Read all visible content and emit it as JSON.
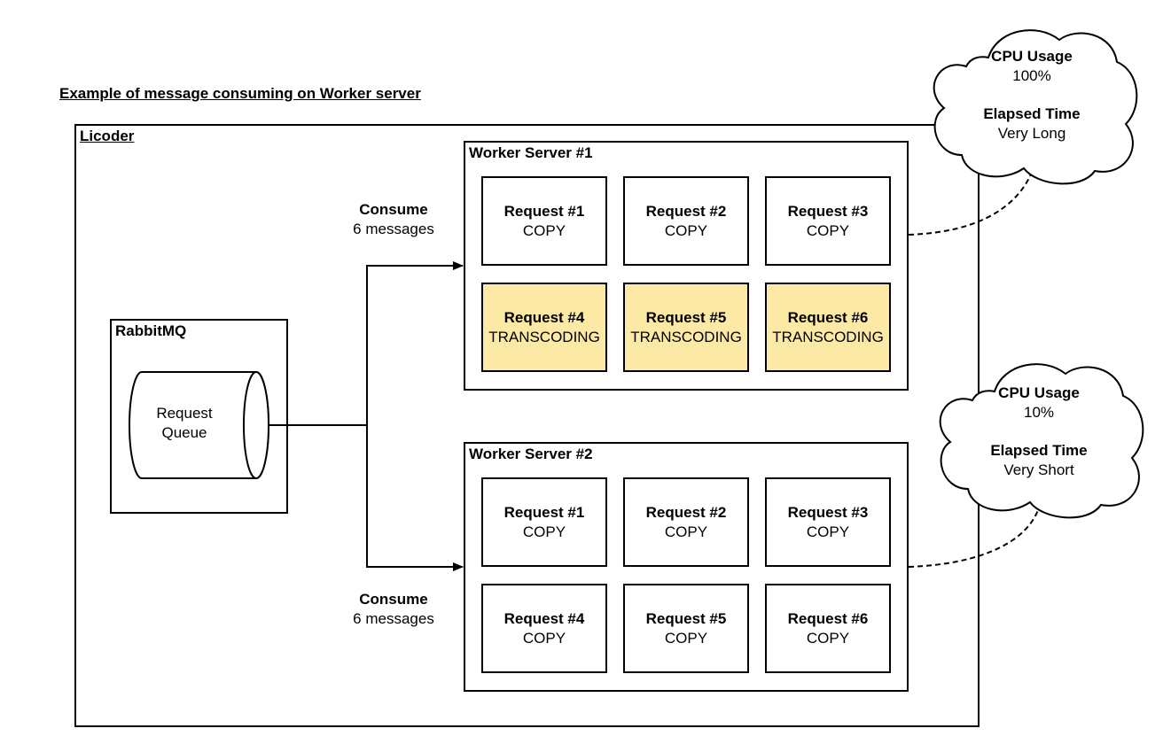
{
  "diagram": {
    "title": "Example of message consuming on Worker server",
    "licoder_label": "Licoder",
    "rabbitmq": {
      "label": "RabbitMQ",
      "queue_label": "Request\nQueue"
    },
    "consume_labels": [
      {
        "title": "Consume",
        "subtitle": "6 messages"
      },
      {
        "title": "Consume",
        "subtitle": "6 messages"
      }
    ],
    "worker_servers": [
      {
        "label": "Worker Server #1",
        "requests": [
          {
            "title": "Request #1",
            "type": "COPY"
          },
          {
            "title": "Request #2",
            "type": "COPY"
          },
          {
            "title": "Request #3",
            "type": "COPY"
          },
          {
            "title": "Request #4",
            "type": "TRANSCODING"
          },
          {
            "title": "Request #5",
            "type": "TRANSCODING"
          },
          {
            "title": "Request #6",
            "type": "TRANSCODING"
          }
        ],
        "cloud": {
          "cpu_label": "CPU Usage",
          "cpu_value": "100%",
          "time_label": "Elapsed Time",
          "time_value": "Very Long"
        }
      },
      {
        "label": "Worker Server #2",
        "requests": [
          {
            "title": "Request #1",
            "type": "COPY"
          },
          {
            "title": "Request #2",
            "type": "COPY"
          },
          {
            "title": "Request #3",
            "type": "COPY"
          },
          {
            "title": "Request #4",
            "type": "COPY"
          },
          {
            "title": "Request #5",
            "type": "COPY"
          },
          {
            "title": "Request #6",
            "type": "COPY"
          }
        ],
        "cloud": {
          "cpu_label": "CPU Usage",
          "cpu_value": "10%",
          "time_label": "Elapsed Time",
          "time_value": "Very Short"
        }
      }
    ],
    "colors": {
      "transcoding_fill": "#fde9a6",
      "stroke": "#000000"
    }
  }
}
